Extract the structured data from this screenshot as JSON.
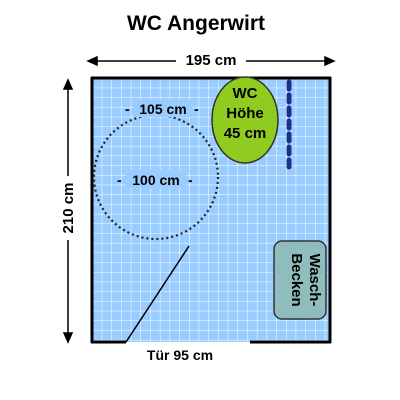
{
  "title": "WC Angerwirt",
  "dimensions": {
    "width": "195 cm",
    "height": "210 cm",
    "door": "Tür 95 cm"
  },
  "turning_circle": {
    "width_label": "105 cm",
    "diameter_label": "100 cm"
  },
  "toilet": {
    "line1": "WC",
    "line2": "Höhe",
    "line3": "45 cm"
  },
  "sink": {
    "line1": "Wasch-",
    "line2": "Becken"
  },
  "colors": {
    "floor_tile": "#99ccff",
    "grid_line": "#ffffff",
    "wall": "#000000",
    "toilet_fill": "#8fcc1f",
    "sink_fill": "#8fbcbc",
    "grab_bar": "#1a2f8a",
    "text": "#000000"
  }
}
